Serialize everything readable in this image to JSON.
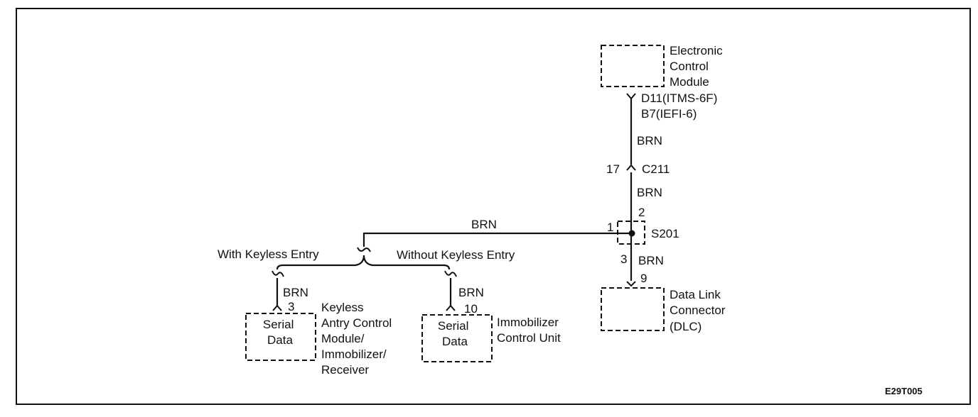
{
  "ecm": {
    "label_lines": [
      "Electronic",
      "Control",
      "Module"
    ],
    "pin_line1": "D11(ITMS-6F)",
    "pin_line2": "B7(IEFI-6)"
  },
  "wire_upper": {
    "color": "BRN"
  },
  "connector_c211": {
    "name": "C211",
    "pin": "17"
  },
  "wire_mid": {
    "color": "BRN"
  },
  "splice": {
    "name": "S201",
    "pin_top": "2",
    "pin_left": "1",
    "pin_bottom": "3"
  },
  "wire_lower": {
    "color": "BRN"
  },
  "dlc": {
    "pin": "9",
    "label_lines": [
      "Data Link",
      "Connector",
      "(DLC)"
    ]
  },
  "wire_branch": {
    "color": "BRN"
  },
  "option_left": "With Keyless Entry",
  "option_right": "Without Keyless Entry",
  "keyless_module": {
    "wire_color": "BRN",
    "pin": "3",
    "box_lines": [
      "Serial",
      "Data"
    ],
    "label_lines": [
      "Keyless",
      "Antry Control",
      "Module/",
      "Immobilizer/",
      "Receiver"
    ]
  },
  "immobilizer_unit": {
    "wire_color": "BRN",
    "pin": "10",
    "box_lines": [
      "Serial",
      "Data"
    ],
    "label_lines": [
      "Immobilizer",
      "Control Unit"
    ]
  },
  "figure_code": "E29T005"
}
